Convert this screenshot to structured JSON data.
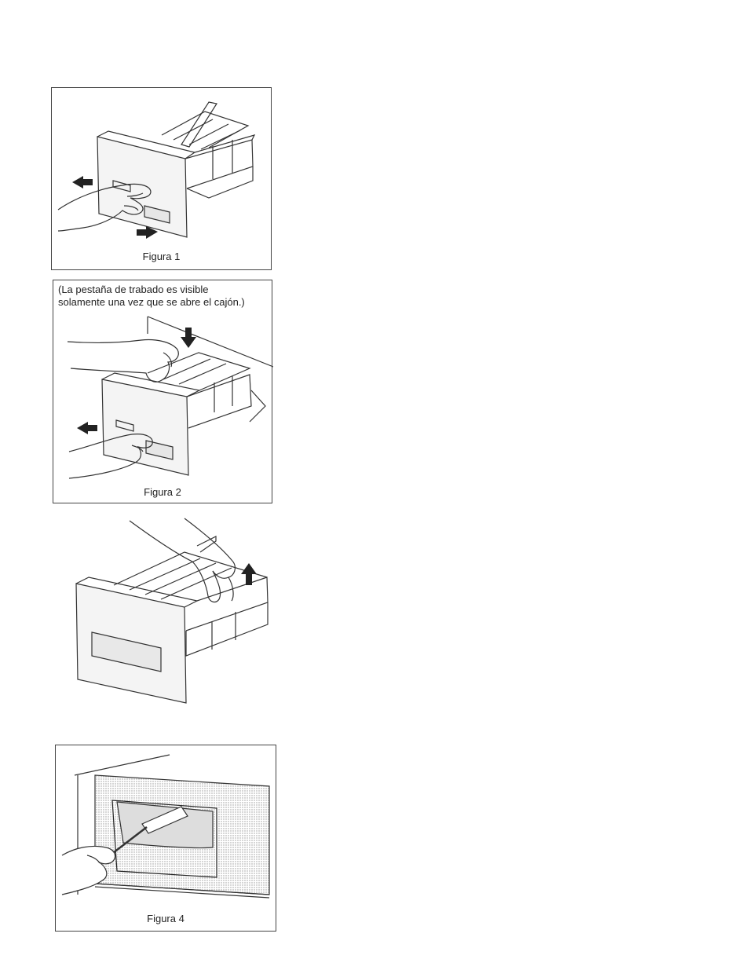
{
  "figures": [
    {
      "caption": "Figura 1"
    },
    {
      "caption": "Figura 2",
      "note_line1": "(La pestaña de trabado es visible",
      "note_line2": "solamente una vez que se abre el cajón.)"
    },
    {
      "caption": ""
    },
    {
      "caption": "Figura 4"
    }
  ]
}
